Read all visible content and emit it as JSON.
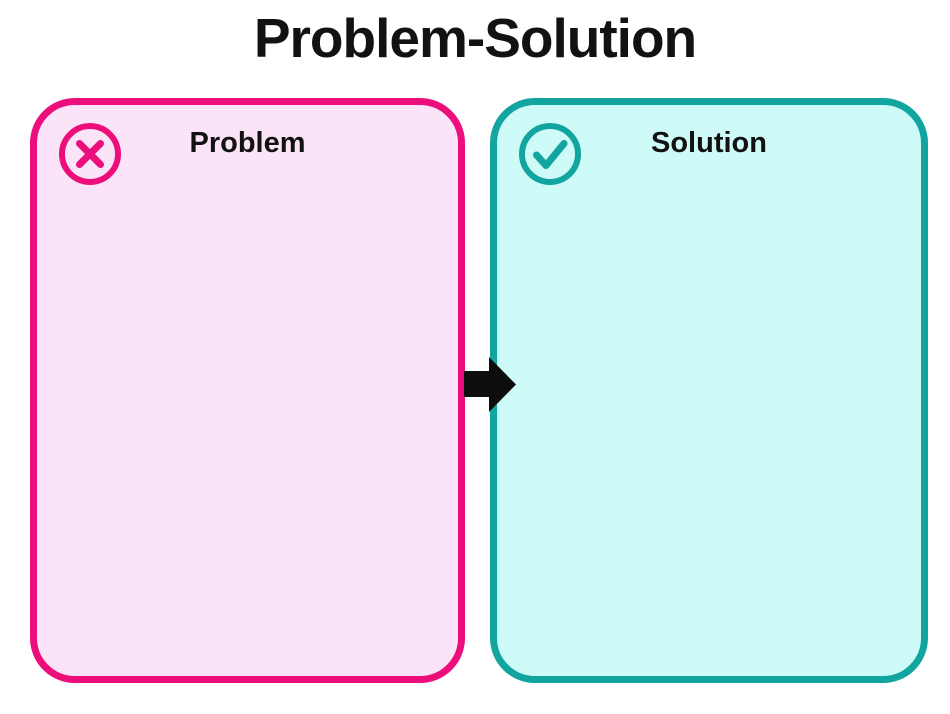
{
  "title": "Problem-Solution",
  "panels": [
    {
      "label": "Problem",
      "icon": "x-circle-icon"
    },
    {
      "label": "Solution",
      "icon": "check-circle-icon"
    }
  ],
  "arrow": {
    "direction": "right"
  },
  "colors": {
    "problem-border": "#EC0F7B",
    "problem-fill": "#FBE4F7",
    "solution-border": "#12A5A0",
    "solution-fill": "#CEFAF7",
    "arrow": "#0D0D0D",
    "text": "#121212"
  }
}
